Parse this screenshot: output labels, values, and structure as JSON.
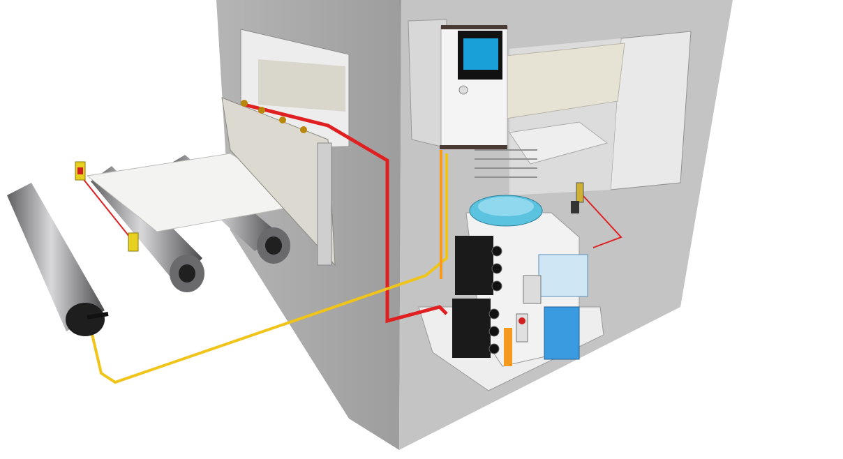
{
  "illustration": {
    "colors": {
      "frame_side": "#a9a9aa",
      "frame_front": "#c3c3c4",
      "roller": "#8a8a8c",
      "sheet": "#f2f2f0",
      "red_cable": "#e02020",
      "yellow_cable": "#f0c419",
      "orange_hose": "#f59a1e",
      "screen": "#1aa0d8",
      "tank_lid": "#5bc3df",
      "valve_blue": "#3b9be0",
      "manifold": "#1a1a1a",
      "sensor": "#e8d020"
    },
    "icons": [
      "control-cabinet",
      "touch-screen",
      "key-lock",
      "roller",
      "sensor",
      "spray-nozzle",
      "fluid-tank",
      "valve-manifold",
      "solenoid-valves"
    ]
  }
}
